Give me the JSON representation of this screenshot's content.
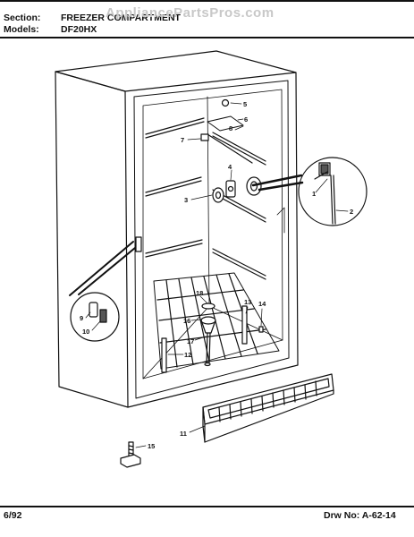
{
  "header": {
    "section_label": "Section:",
    "section_value": "FREEZER COMPARTMENT",
    "models_label": "Models:",
    "models_value": "DF20HX"
  },
  "watermark": "AppliancePartsPros.com",
  "footer": {
    "date": "6/92",
    "drawing_label": "Drw No:",
    "drawing_number": "A-62-14"
  },
  "callouts": [
    "1",
    "2",
    "3",
    "4",
    "5",
    "6",
    "7",
    "8",
    "9",
    "10",
    "11",
    "12",
    "13",
    "14",
    "15",
    "16",
    "17",
    "18"
  ]
}
